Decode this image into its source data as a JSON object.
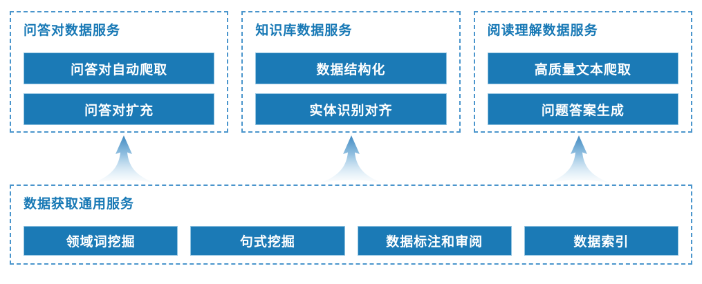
{
  "diagram": {
    "top_groups": [
      {
        "title": "问答对数据服务",
        "buttons": [
          "问答对自动爬取",
          "问答对扩充"
        ]
      },
      {
        "title": "知识库数据服务",
        "buttons": [
          "数据结构化",
          "实体识别对齐"
        ]
      },
      {
        "title": "阅读理解数据服务",
        "buttons": [
          "高质量文本爬取",
          "问题答案生成"
        ]
      }
    ],
    "bottom_group": {
      "title": "数据获取通用服务",
      "buttons": [
        "领域词挖掘",
        "句式挖掘",
        "数据标注和审阅",
        "数据索引"
      ]
    },
    "colors": {
      "node_fill": "#1b7ab6",
      "node_border": "#93c4e1",
      "node_text": "#ffffff",
      "group_title_text": "#1778b5",
      "dashed_border": "#4a95cc",
      "arrow_dark": "#3e88c0",
      "arrow_light": "#d8ebf7",
      "background": "#ffffff"
    }
  }
}
